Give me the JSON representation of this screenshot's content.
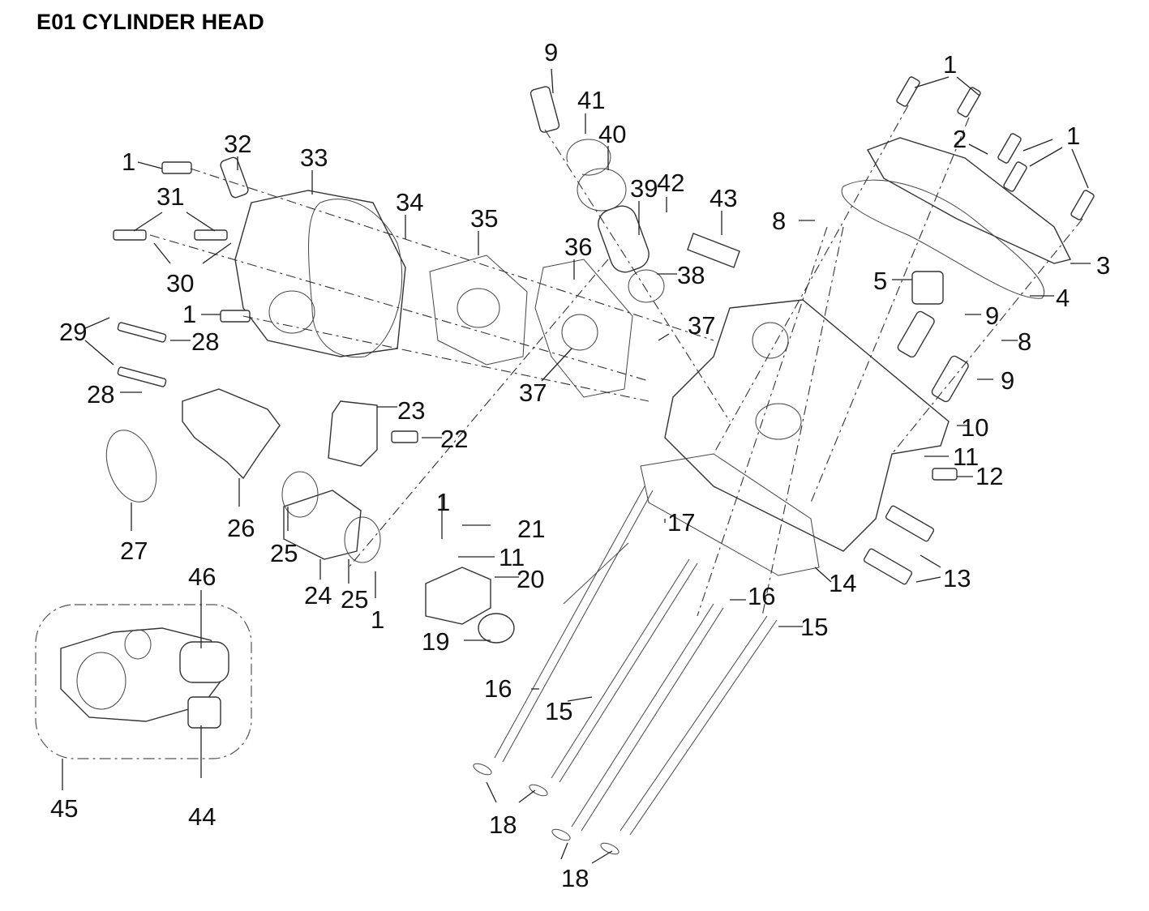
{
  "title": "E01 CYLINDER HEAD",
  "diagram": {
    "type": "exploded-parts-diagram",
    "callouts": [
      {
        "id": "c1a",
        "label": "1",
        "part": "bolt"
      },
      {
        "id": "c1b",
        "label": "1",
        "part": "bolt"
      },
      {
        "id": "c1c",
        "label": "1",
        "part": "bolt"
      },
      {
        "id": "c1d",
        "label": "1",
        "part": "bolt"
      },
      {
        "id": "c1e",
        "label": "1",
        "part": "bolt"
      },
      {
        "id": "c1f",
        "label": "1",
        "part": "bolt"
      },
      {
        "id": "c2",
        "label": "2",
        "part": "washer"
      },
      {
        "id": "c3",
        "label": "3",
        "part": "cylinder-head-cover"
      },
      {
        "id": "c4",
        "label": "4",
        "part": "cover-gasket"
      },
      {
        "id": "c5",
        "label": "5",
        "part": "sensor"
      },
      {
        "id": "c8a",
        "label": "8",
        "part": "nut"
      },
      {
        "id": "c8b",
        "label": "8",
        "part": "nut"
      },
      {
        "id": "c9a",
        "label": "9",
        "part": "spark-plug"
      },
      {
        "id": "c9b",
        "label": "9",
        "part": "spark-plug"
      },
      {
        "id": "c9c",
        "label": "9",
        "part": "spark-plug"
      },
      {
        "id": "c10",
        "label": "10",
        "part": "cylinder-head"
      },
      {
        "id": "c11a",
        "label": "11",
        "part": "washer"
      },
      {
        "id": "c11b",
        "label": "11",
        "part": "washer"
      },
      {
        "id": "c12",
        "label": "12",
        "part": "bolt"
      },
      {
        "id": "c13",
        "label": "13",
        "part": "dowel-pin"
      },
      {
        "id": "c14",
        "label": "14",
        "part": "head-gasket"
      },
      {
        "id": "c15a",
        "label": "15",
        "part": "head-stud"
      },
      {
        "id": "c15b",
        "label": "15",
        "part": "head-stud"
      },
      {
        "id": "c16a",
        "label": "16",
        "part": "head-stud"
      },
      {
        "id": "c16b",
        "label": "16",
        "part": "head-stud"
      },
      {
        "id": "c17",
        "label": "17",
        "part": "head-bolt"
      },
      {
        "id": "c18a",
        "label": "18",
        "part": "washer"
      },
      {
        "id": "c18b",
        "label": "18",
        "part": "washer"
      },
      {
        "id": "c19",
        "label": "19",
        "part": "thermostat"
      },
      {
        "id": "c20",
        "label": "20",
        "part": "thermostat-housing"
      },
      {
        "id": "c21",
        "label": "21",
        "part": "bleed-bolt"
      },
      {
        "id": "c22",
        "label": "22",
        "part": "bolt"
      },
      {
        "id": "c23",
        "label": "23",
        "part": "sensor"
      },
      {
        "id": "c24",
        "label": "24",
        "part": "spacer"
      },
      {
        "id": "c25a",
        "label": "25",
        "part": "o-ring"
      },
      {
        "id": "c25b",
        "label": "25",
        "part": "o-ring"
      },
      {
        "id": "c26",
        "label": "26",
        "part": "intake-manifold"
      },
      {
        "id": "c27",
        "label": "27",
        "part": "hose-clamp"
      },
      {
        "id": "c28a",
        "label": "28",
        "part": "stud"
      },
      {
        "id": "c28b",
        "label": "28",
        "part": "stud"
      },
      {
        "id": "c29",
        "label": "29",
        "part": "nut"
      },
      {
        "id": "c30",
        "label": "30",
        "part": "dowel"
      },
      {
        "id": "c31",
        "label": "31",
        "part": "bolt"
      },
      {
        "id": "c32",
        "label": "32",
        "part": "fitting"
      },
      {
        "id": "c33",
        "label": "33",
        "part": "valve-cover"
      },
      {
        "id": "c34",
        "label": "34",
        "part": "gasket"
      },
      {
        "id": "c35",
        "label": "35",
        "part": "gasket"
      },
      {
        "id": "c36",
        "label": "36",
        "part": "plate"
      },
      {
        "id": "c37a",
        "label": "37",
        "part": "screw"
      },
      {
        "id": "c37b",
        "label": "37",
        "part": "screw"
      },
      {
        "id": "c38",
        "label": "38",
        "part": "o-ring"
      },
      {
        "id": "c39",
        "label": "39",
        "part": "spark-plug-tube"
      },
      {
        "id": "c40",
        "label": "40",
        "part": "o-ring"
      },
      {
        "id": "c41",
        "label": "41",
        "part": "circlip"
      },
      {
        "id": "c42",
        "label": "42",
        "part": "screw"
      },
      {
        "id": "c43",
        "label": "43",
        "part": "bracket"
      },
      {
        "id": "c44",
        "label": "44",
        "part": "sensor"
      },
      {
        "id": "c45",
        "label": "45",
        "part": "throttle-body-assembly"
      },
      {
        "id": "c46",
        "label": "46",
        "part": "throttle-body"
      }
    ]
  }
}
